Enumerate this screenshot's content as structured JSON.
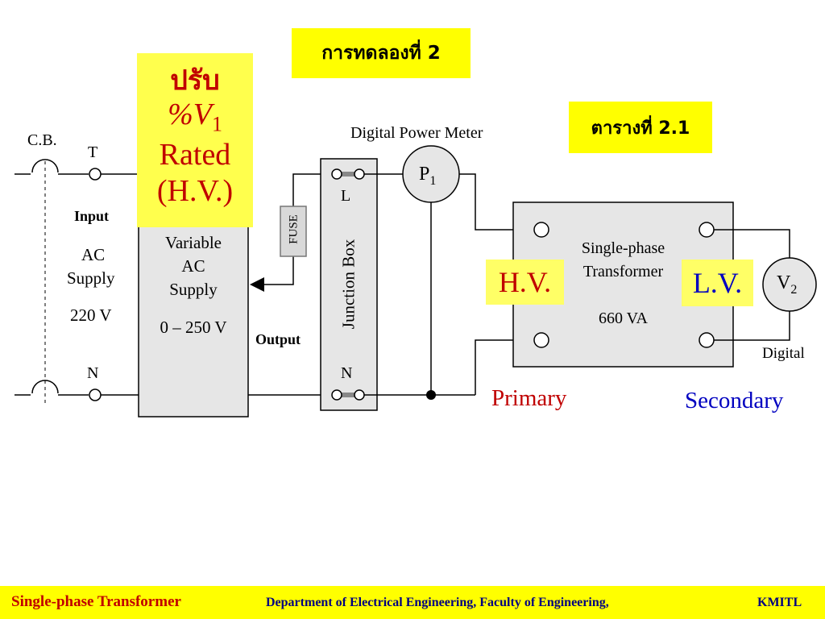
{
  "experiment_title": "การทดลองที่ 2",
  "table_ref": "ตารางที่ 2.1",
  "adjust_note": {
    "thai": "ปรับ",
    "percent_v": "%V",
    "percent_v_sub": "1",
    "rated": "Rated",
    "hv": "(H.V.)"
  },
  "breaker_label": "C.B.",
  "terminal_t": "T",
  "terminal_n": "N",
  "input": {
    "title": "Input",
    "line1": "AC",
    "line2": "Supply",
    "voltage": "220 V"
  },
  "variac": {
    "line1": "Variable",
    "line2": "AC",
    "line3": "Supply",
    "range": "0 – 250 V",
    "output_label": "Output"
  },
  "fuse_label": "FUSE",
  "junction_box": {
    "label": "Junction Box",
    "l": "L",
    "n": "N"
  },
  "power_meter": {
    "caption": "Digital Power Meter",
    "symbol": "P",
    "sub": "1"
  },
  "transformer": {
    "line1": "Single-phase",
    "line2": "Transformer",
    "rating": "660 VA",
    "hv_label": "H.V.",
    "lv_label": "L.V.",
    "primary": "Primary",
    "secondary": "Secondary"
  },
  "voltmeter": {
    "symbol": "V",
    "sub": "2",
    "caption": "Digital"
  },
  "footer": {
    "left": "Single-phase Transformer",
    "center": "Department of Electrical Engineering, Faculty of Engineering,",
    "right": "KMITL"
  },
  "colors": {
    "highlight": "#ffff00",
    "red_text": "#c00000",
    "blue_text": "#0000c0",
    "footer_blue": "#000080",
    "box_fill": "#e6e6e6"
  }
}
